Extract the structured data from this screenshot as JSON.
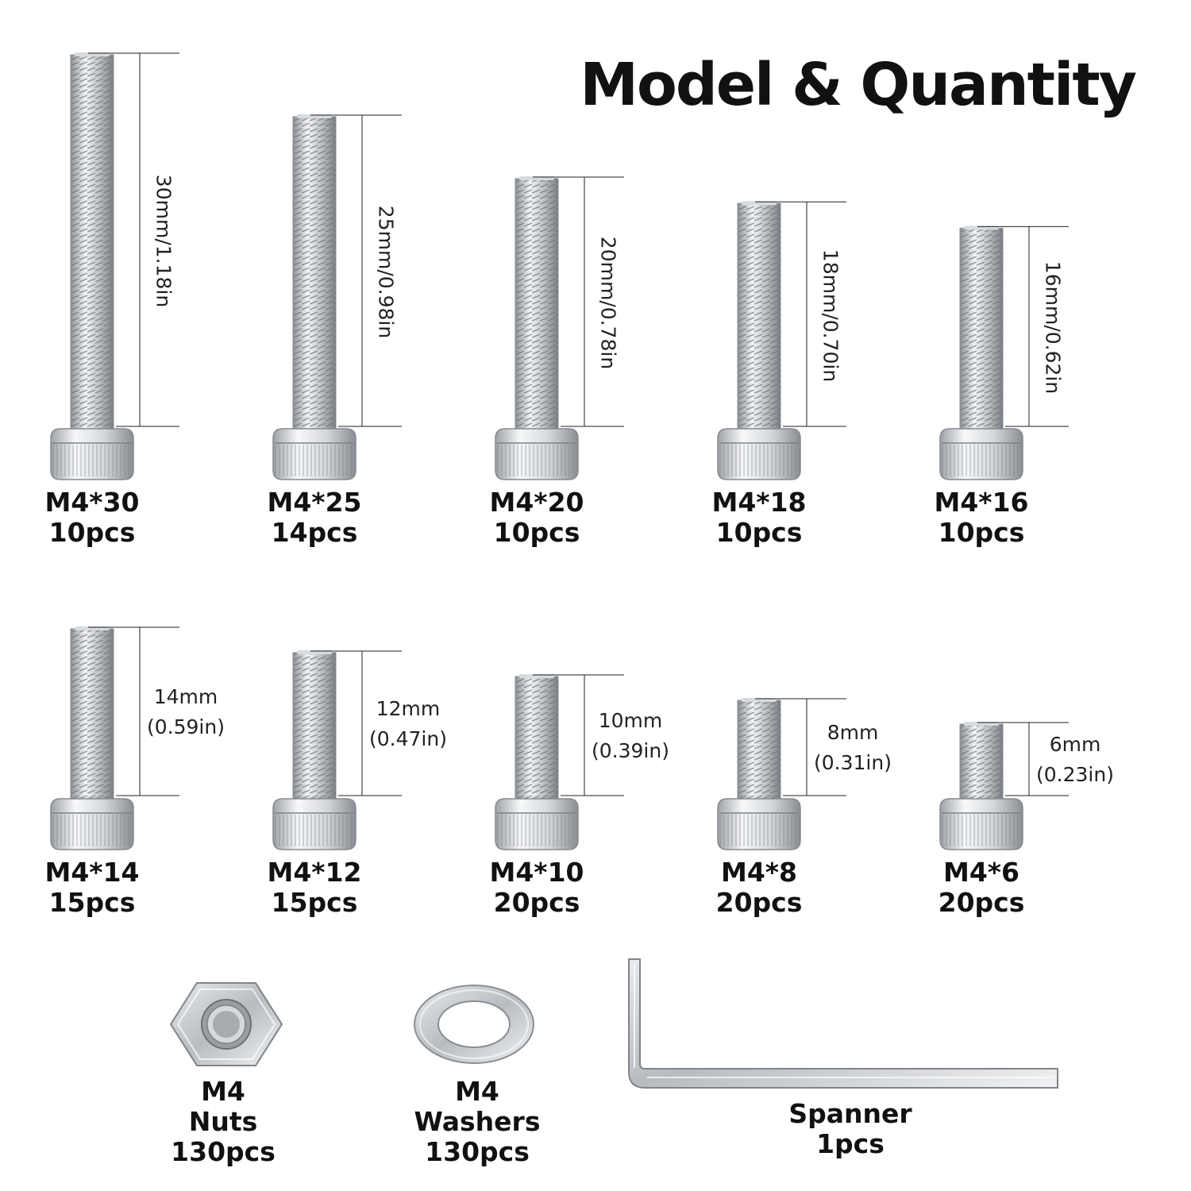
{
  "title": "Model & Quantity",
  "screws": [
    {
      "model": "M4*30",
      "qty": "10pcs",
      "dim": "30mm/1.18in",
      "length_mm": 30
    },
    {
      "model": "M4*25",
      "qty": "14pcs",
      "dim": "25mm/0.98in",
      "length_mm": 25
    },
    {
      "model": "M4*20",
      "qty": "10pcs",
      "dim": "20mm/0.78in",
      "length_mm": 20
    },
    {
      "model": "M4*18",
      "qty": "10pcs",
      "dim": "18mm/0.70in",
      "length_mm": 18
    },
    {
      "model": "M4*16",
      "qty": "10pcs",
      "dim": "16mm/0.62in",
      "length_mm": 16
    },
    {
      "model": "M4*14",
      "qty": "15pcs",
      "dim_mm": "14mm",
      "dim_in": "(0.59in)",
      "length_mm": 14
    },
    {
      "model": "M4*12",
      "qty": "15pcs",
      "dim_mm": "12mm",
      "dim_in": "(0.47in)",
      "length_mm": 12
    },
    {
      "model": "M4*10",
      "qty": "20pcs",
      "dim_mm": "10mm",
      "dim_in": "(0.39in)",
      "length_mm": 10
    },
    {
      "model": "M4*8",
      "qty": "20pcs",
      "dim_mm": "8mm",
      "dim_in": "(0.31in)",
      "length_mm": 8
    },
    {
      "model": "M4*6",
      "qty": "20pcs",
      "dim_mm": "6mm",
      "dim_in": "(0.23in)",
      "length_mm": 6
    }
  ],
  "nuts": {
    "line1": "M4",
    "line2": "Nuts",
    "qty": "130pcs"
  },
  "washers": {
    "line1": "M4",
    "line2": "Washers",
    "qty": "130pcs"
  },
  "spanner": {
    "line1": "Spanner",
    "qty": "1pcs"
  }
}
